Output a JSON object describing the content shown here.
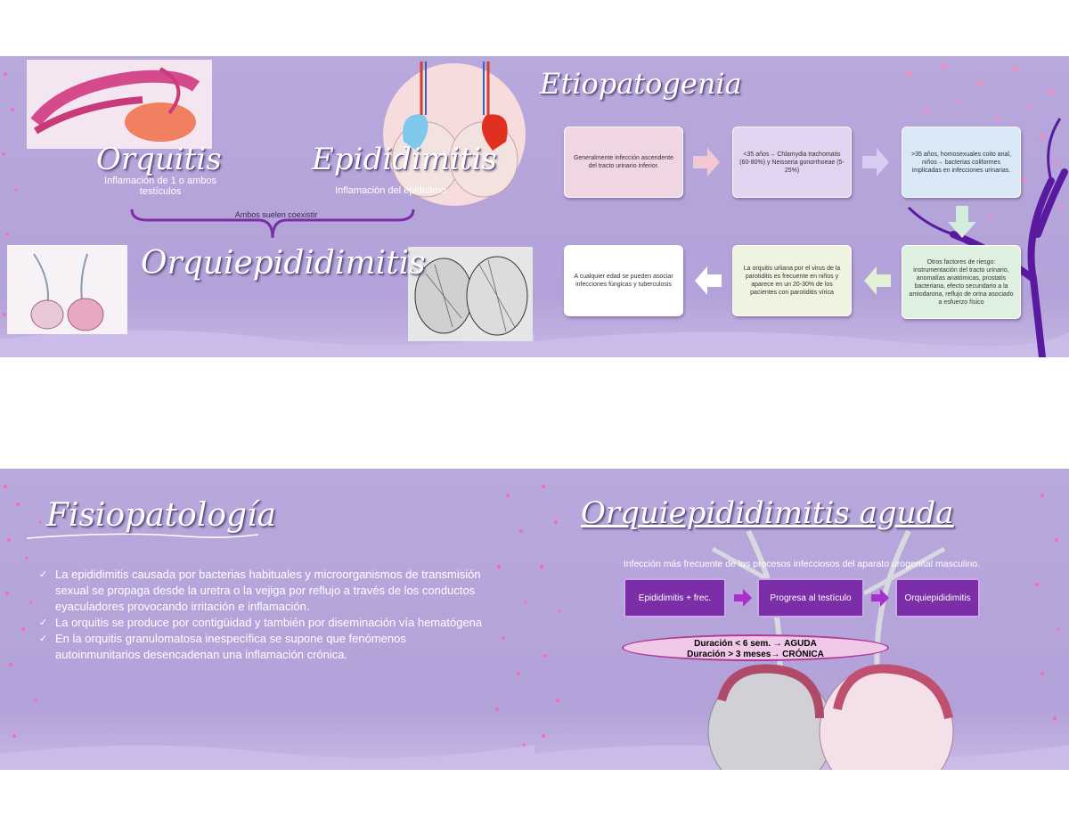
{
  "slide1": {
    "title_orquitis": "Orquitis",
    "desc_orquitis": "Inflamación de 1 o ambos testículos",
    "title_epididimitis": "Epididimitis",
    "desc_epididimitis": "Inflamación del epidídimo.",
    "coexist": "Ambos suelen coexistir",
    "title_orquiepididimitis": "Orquiepididimitis"
  },
  "slide2": {
    "title": "Etiopatogenia",
    "boxes": [
      "Generalmente infección ascendente del tracto urinario inferior.",
      "<35 años→ Chlamydia trachomatis (60-80%) y Neisseria gonorrhoeae (5-25%)",
      ">35 años, homosexuales coito anal, niños→ bacterias coliformes implicadas en infecciones urinarias.",
      "Otros factores de riesgo: instrumentación del tracto urinario, anomalías anatómicas, prostatis bacteriana, efecto secundario a la amiodarona, reflujo de orina asociado a esfuerzo físico",
      "La orquitis urliana por el virus de la parotiditis es frecuente en niños y aparece en un 20-30% de los pacientes con parotiditis vírica",
      "A cualquier edad se pueden asociar infecciones fúngicas y tuberculosis"
    ]
  },
  "slide3": {
    "title": "Fisiopatología",
    "bullets": [
      "La epididimitis causada por bacterias habituales y microorganismos de transmisión sexual se propaga desde la uretra o la vejiga por reflujo a través de los conductos eyaculadores provocando irritación e inflamación.",
      "La orquitis se produce por contigüidad y también por diseminación vía hematógena",
      " En la orquitis granulomatosa inespecífica se supone que fenómenos autoinmunitarios desencadenan una inflamación crónica."
    ]
  },
  "slide4": {
    "title": "Orquiepididimitis aguda",
    "subtitle": "Infección más frecuente de los procesos infecciosos del aparato urogenital masculino.",
    "flow": [
      "Epididimitis + frec.",
      "Progresa al testículo",
      "Orquiepididimitis"
    ],
    "duration_acute": "Duración < 6 sem. → AGUDA",
    "duration_chronic": "Duración > 3 meses→ CRÓNICA"
  },
  "colors": {
    "slide_bg": "#b3a2d9",
    "flow_box": "#7b2ea8",
    "ellipse_fill": "#f0c8e8",
    "ellipse_border": "#b03a9a"
  }
}
